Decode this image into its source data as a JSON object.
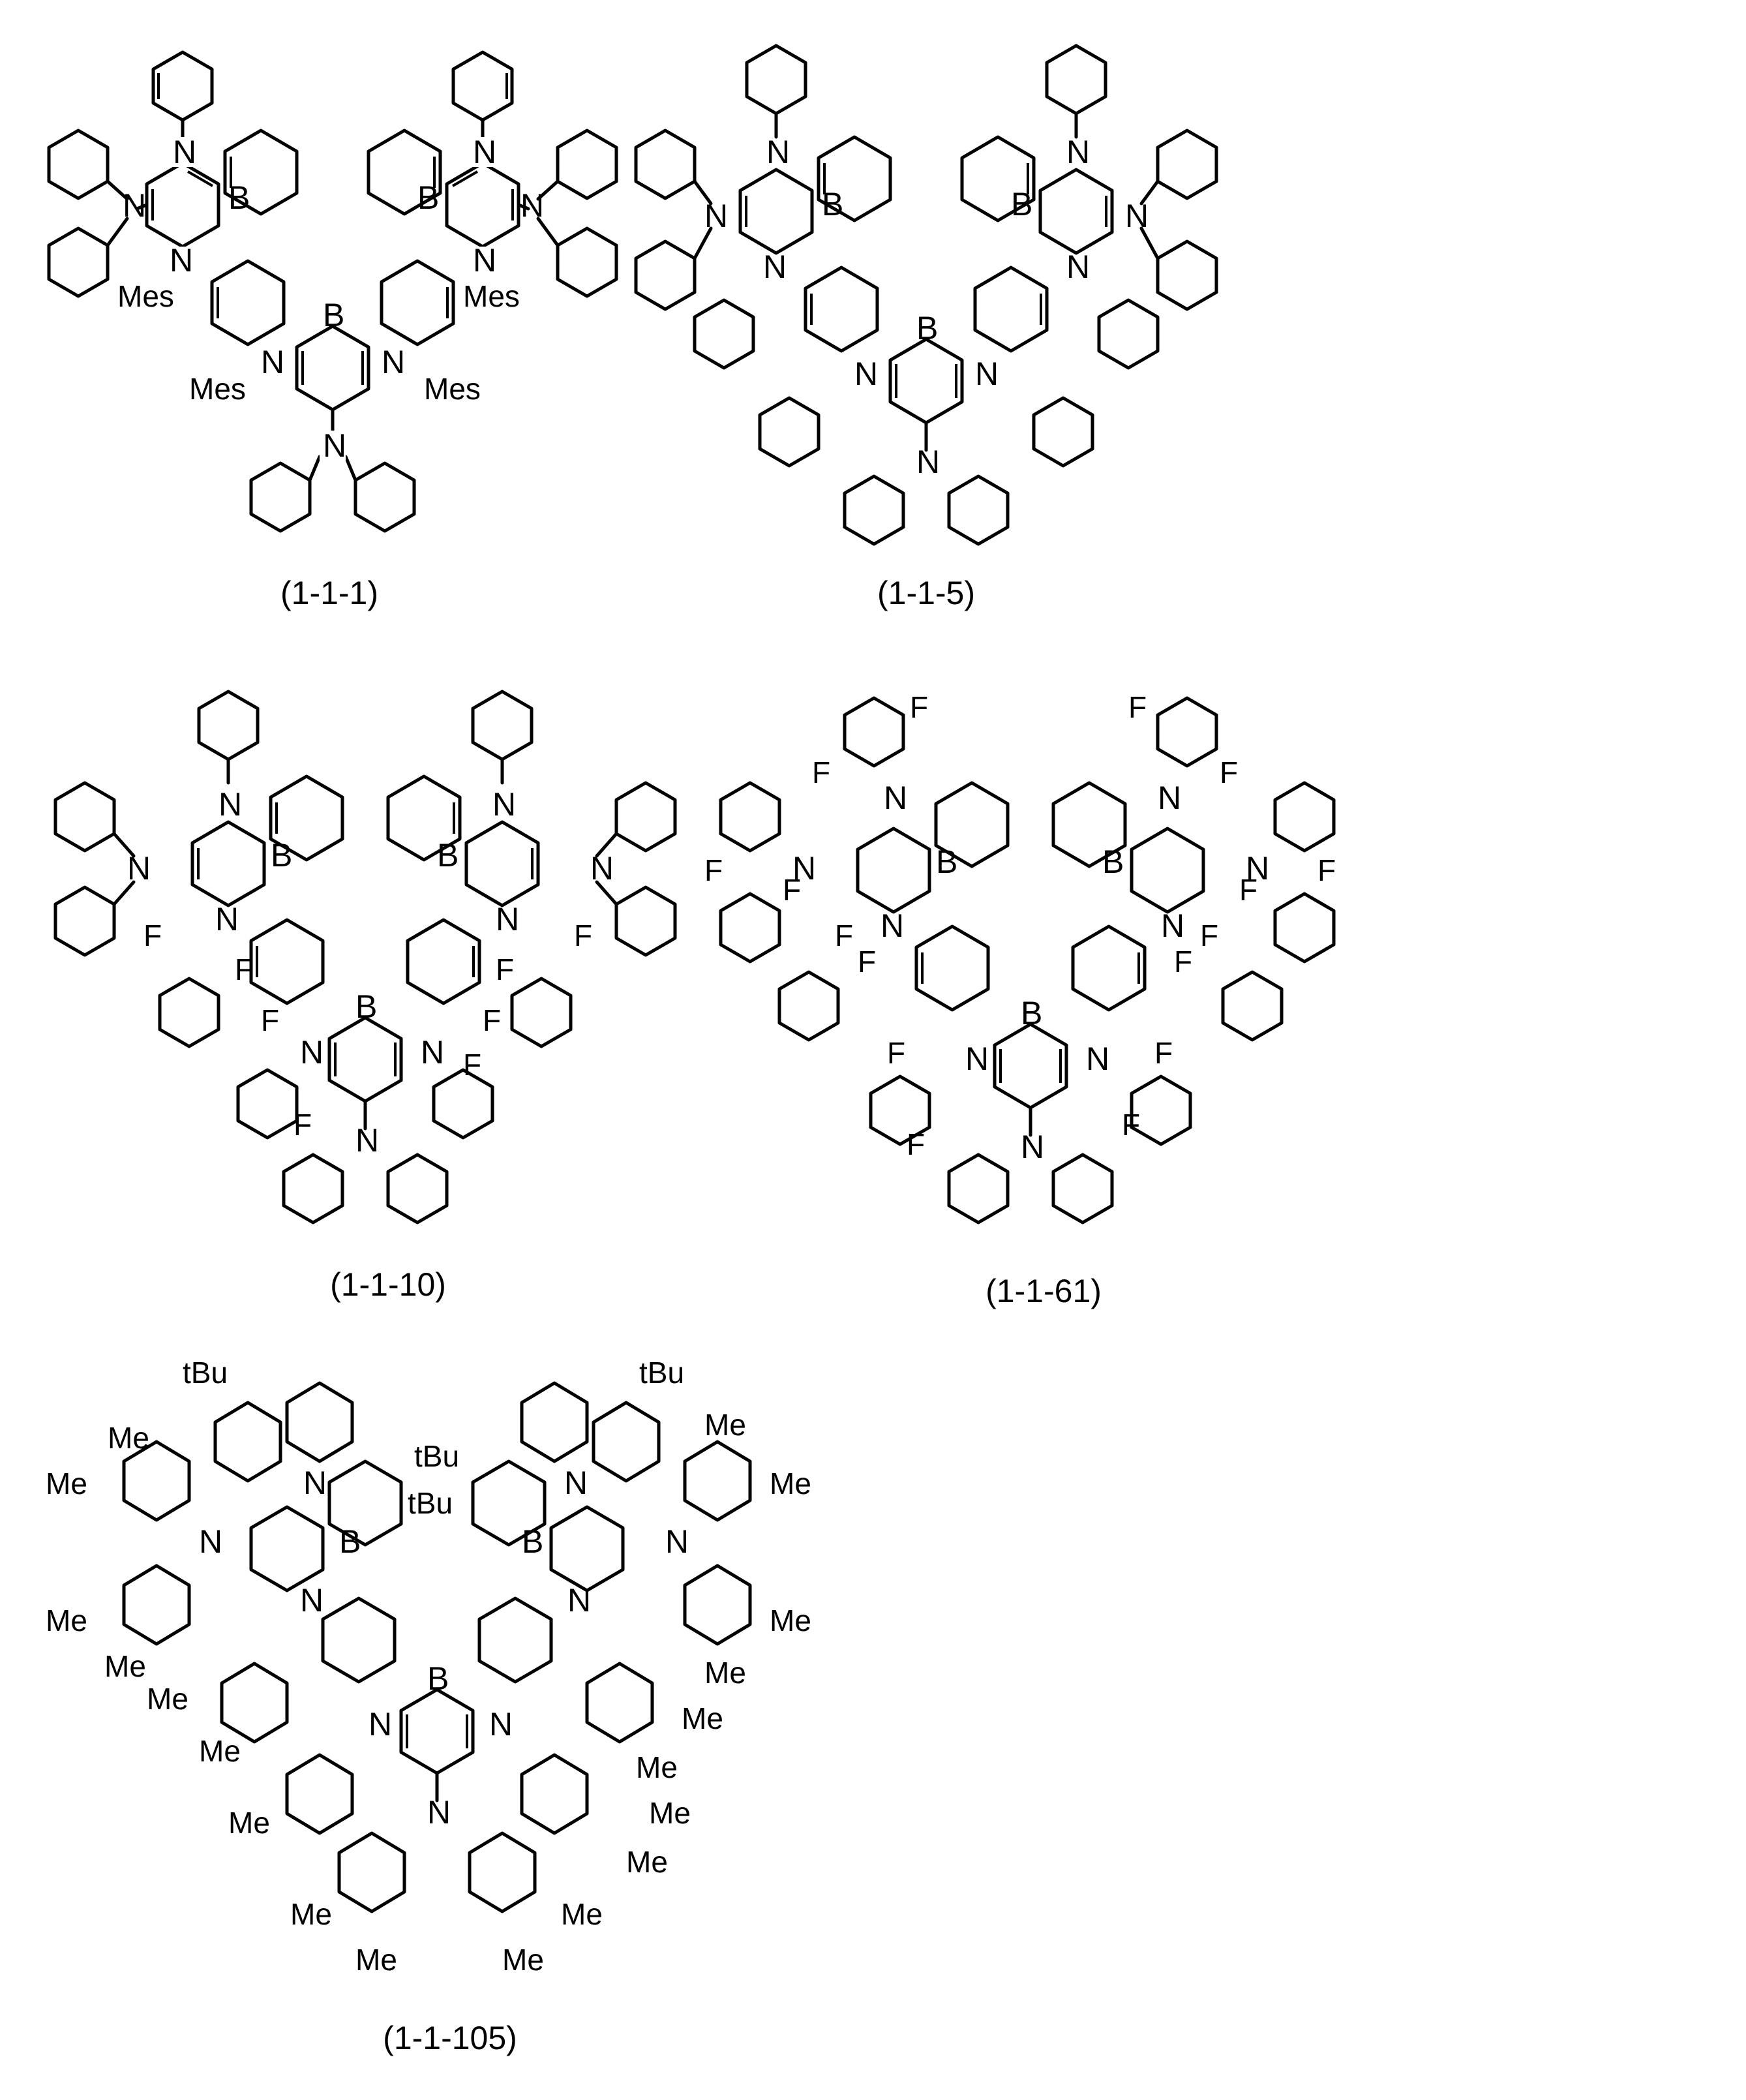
{
  "compounds": [
    {
      "id": "1-1-1",
      "caption": "(1-1-1)",
      "substituent": "Mes",
      "core_amine": "N"
    },
    {
      "id": "1-1-5",
      "caption": "(1-1-5)",
      "substituent": "",
      "core_amine": "N"
    },
    {
      "id": "1-1-10",
      "caption": "(1-1-10)",
      "substituent": "F",
      "core_amine": "N"
    },
    {
      "id": "1-1-61",
      "caption": "(1-1-61)",
      "substituent": "F",
      "core_amine": "N"
    },
    {
      "id": "1-1-105",
      "caption": "(1-1-105)",
      "substituent": "Me",
      "core_amine": "N",
      "extra_substituent": "tBu"
    }
  ],
  "atoms": {
    "boron": "B",
    "nitrogen": "N",
    "fluorine": "F",
    "mesityl": "Mes",
    "methyl": "Me",
    "tert_butyl": "tBu"
  }
}
